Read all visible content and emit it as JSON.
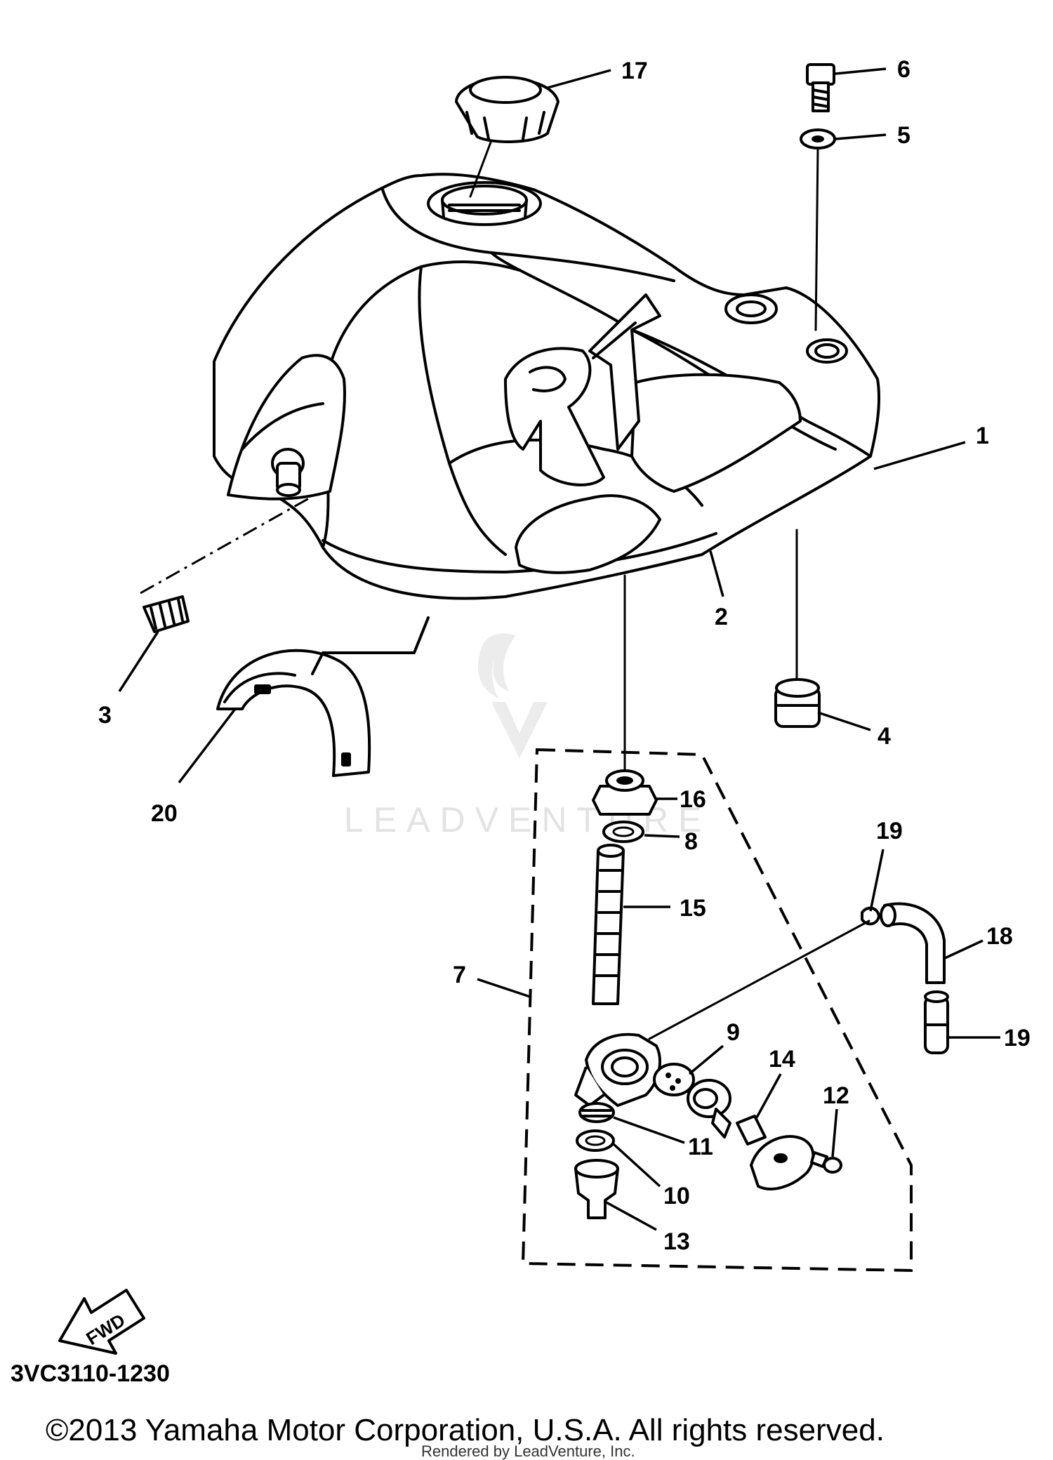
{
  "diagram": {
    "callouts": [
      "17",
      "6",
      "5",
      "1",
      "2",
      "3",
      "4",
      "20",
      "16",
      "8",
      "15",
      "19",
      "18",
      "7",
      "9",
      "14",
      "12",
      "19",
      "11",
      "10",
      "13"
    ],
    "watermark": "LEADVENTURE",
    "emblem_text": "RT",
    "direction_label": "FWD",
    "drawing_code": "3VC3110-1230",
    "copyright": "©2013 Yamaha Motor Corporation, U.S.A. All rights reserved.",
    "rendered_by": "Rendered by LeadVenture, Inc."
  }
}
